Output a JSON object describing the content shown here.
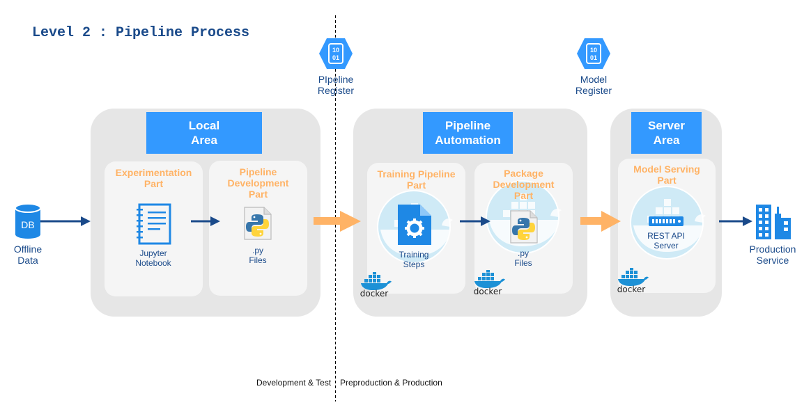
{
  "title": "Level 2 : Pipeline Process",
  "registers": {
    "pipeline_label": "PIpeline\nRegister",
    "model_label": "Model\nRegister",
    "icon_text_top": "10",
    "icon_text_bottom": "01"
  },
  "offline_data": {
    "icon_text": "DB",
    "label": "Offline\nData"
  },
  "production_service": {
    "label": "Production\nService"
  },
  "local_area": {
    "title": "Local\nArea",
    "experimentation": {
      "title": "Experimentation\nPart",
      "item": "Jupyter\nNotebook"
    },
    "pipeline_dev": {
      "title": "Pipeline\nDevelopment\nPart",
      "item": ".py\nFiles"
    }
  },
  "pipeline_automation": {
    "title": "Pipeline\nAutomation",
    "training": {
      "title": "Training Pipeline\nPart",
      "item": "Training\nSteps"
    },
    "package": {
      "title": "Package\nDevelopment\nPart",
      "item": ".py\nFiles"
    }
  },
  "server_area": {
    "title": "Server\nArea",
    "serving": {
      "title": "Model Serving\nPart",
      "item": "REST API\nServer"
    }
  },
  "docker_label": "docker",
  "stages": {
    "left": "Development & Test",
    "right": "Preproduction & Production"
  },
  "colors": {
    "area_title_bg": "#3399ff",
    "part_title": "#ffb366",
    "navy": "#1a4a8a",
    "arrow_orange": "#ffb366",
    "arrow_blue": "#1a4a8a",
    "area_bg": "#e6e6e6"
  }
}
